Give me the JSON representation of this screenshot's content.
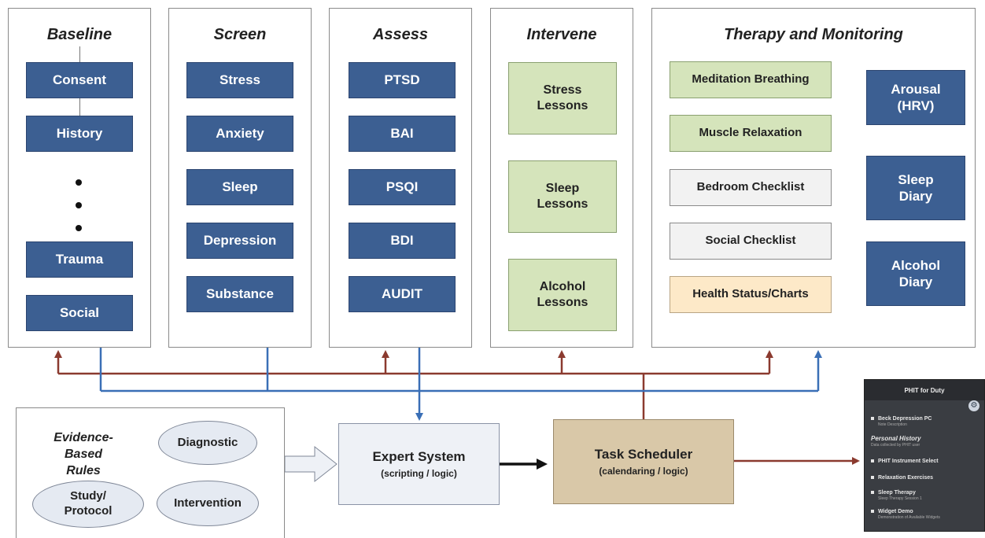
{
  "colors": {
    "assessment_box": "#3c5f92",
    "lesson_box": "#d5e4bb",
    "checklist_box": "#f2f2f2",
    "status_box": "#fde9c8",
    "red_arrow": "#8b3a2f",
    "blue_arrow": "#3a6fb6"
  },
  "panels": {
    "baseline": {
      "title": "Baseline",
      "items": [
        "Consent",
        "History",
        "Trauma",
        "Social"
      ]
    },
    "screen": {
      "title": "Screen",
      "items": [
        "Stress",
        "Anxiety",
        "Sleep",
        "Depression",
        "Substance"
      ]
    },
    "assess": {
      "title": "Assess",
      "items": [
        "PTSD",
        "BAI",
        "PSQI",
        "BDI",
        "AUDIT"
      ]
    },
    "intervene": {
      "title": "Intervene",
      "items": [
        "Stress\nLessons",
        "Sleep\nLessons",
        "Alcohol\nLessons"
      ]
    },
    "therapy": {
      "title": "Therapy and Monitoring",
      "left_items": [
        "Meditation Breathing",
        "Muscle Relaxation",
        "Bedroom Checklist",
        "Social Checklist",
        "Health Status/Charts"
      ],
      "right_items": [
        "Arousal\n(HRV)",
        "Sleep\nDiary",
        "Alcohol\nDiary"
      ]
    }
  },
  "rules": {
    "title": "Evidence-\nBased Rules",
    "ellipses": [
      "Diagnostic",
      "Study/\nProtocol",
      "Intervention"
    ]
  },
  "expert_system": {
    "title": "Expert System",
    "subtitle": "(scripting / logic)"
  },
  "task_scheduler": {
    "title": "Task Scheduler",
    "subtitle": "(calendaring / logic)"
  },
  "phone": {
    "header": "PHIT for Duty",
    "gear_icon": "gear-icon",
    "items": [
      {
        "main": "Beck Depression PC",
        "sub": "Note Description"
      },
      {
        "main": "Personal History",
        "sub": "Data collected by PHIT user"
      },
      {
        "main": "PHIT Instrument Select",
        "sub": ""
      },
      {
        "main": "Relaxation Exercises",
        "sub": ""
      },
      {
        "main": "Sleep Therapy",
        "sub": "Sleep Therapy Session 1"
      },
      {
        "main": "Widget Demo",
        "sub": "Demonstration of Available Widgets"
      }
    ]
  }
}
